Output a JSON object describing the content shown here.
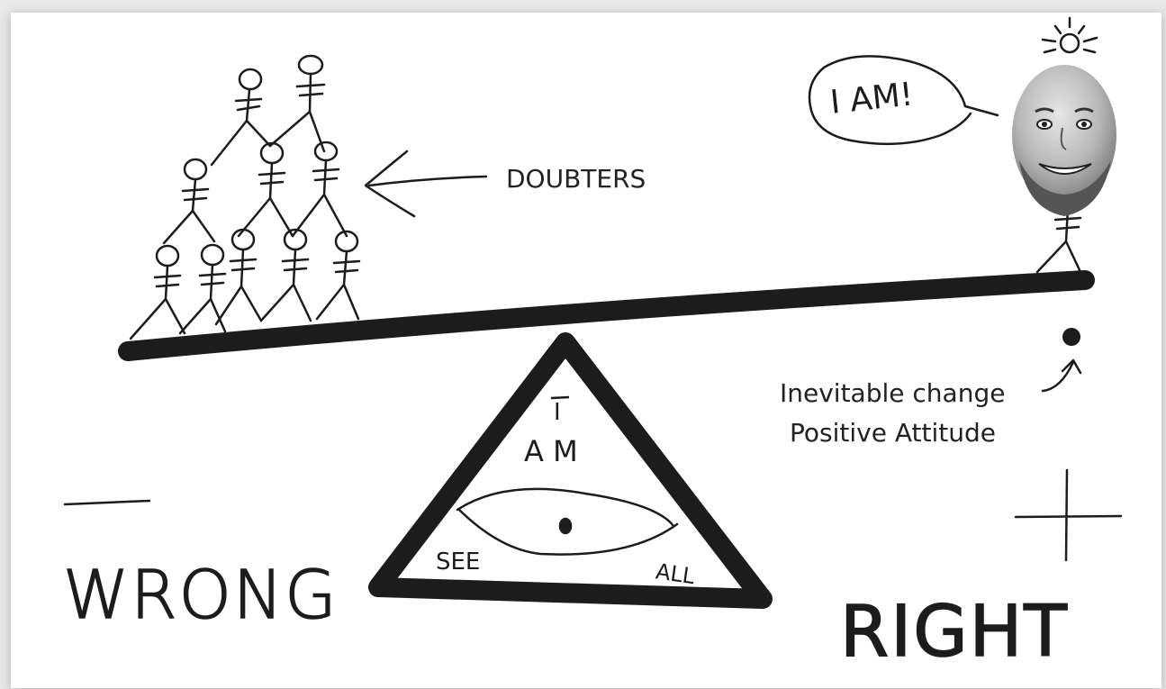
{
  "labels": {
    "doubters": "DOUBTERS",
    "speech": "I AM!",
    "fulcrum_line1": "Inevitable change",
    "fulcrum_line2": "Positive Attitude",
    "wrong": "WRONG",
    "right": "RIGHT",
    "triangle_top_i": "I",
    "triangle_top_am": "A M",
    "triangle_see": "SEE",
    "triangle_all": "ALL",
    "minus_sign": "—",
    "plus_sign": "+"
  },
  "colors": {
    "ink": "#1c1c1c",
    "paper": "#ffffff",
    "frame": "#e9e9e9"
  },
  "icons": [
    "stick-figure",
    "sun-icon",
    "arrow-icon",
    "eye-icon",
    "face-photo"
  ]
}
